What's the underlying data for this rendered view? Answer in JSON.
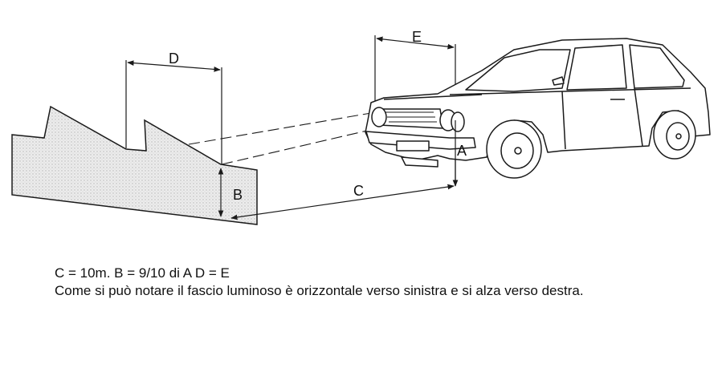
{
  "diagram": {
    "labels": {
      "a": "A",
      "b": "B",
      "c": "C",
      "d": "D",
      "e": "E"
    },
    "colors": {
      "ink": "#1a1a1a",
      "screen_fill": "#e6e6e6"
    }
  },
  "caption": {
    "formula": "C = 10m. B = 9/10 di A    D = E",
    "description": "Come si può notare il fascio luminoso è orizzontale verso sinistra e si alza verso destra."
  }
}
